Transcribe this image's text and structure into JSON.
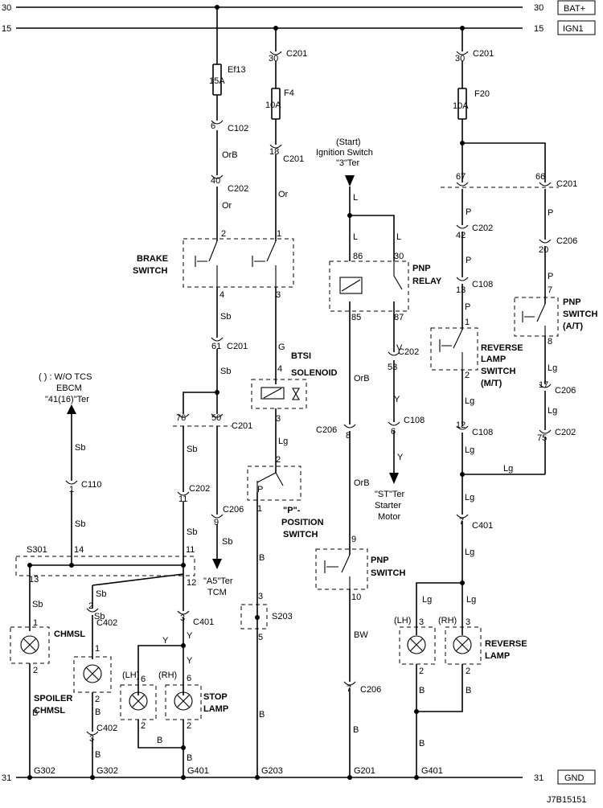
{
  "rails": {
    "bat": {
      "num": "30",
      "label": "BAT+"
    },
    "ign": {
      "num": "15",
      "label": "IGN1"
    },
    "gnd": {
      "num": "31",
      "label": "GND"
    }
  },
  "fuses": {
    "ef13": {
      "name": "Ef13",
      "rating": "15A"
    },
    "f4": {
      "name": "F4",
      "rating": "10A"
    },
    "f20": {
      "name": "F20",
      "rating": "10A"
    }
  },
  "connectors": {
    "c201": "C201",
    "c102": "C102",
    "c202": "C202",
    "c206": "C206",
    "c110": "C110",
    "c402": "C402",
    "c401": "C401",
    "c108": "C108",
    "s301": "S301",
    "s203": "S203"
  },
  "pins": {
    "p30": "30",
    "p6": "6",
    "p40": "40",
    "p18": "18",
    "p2": "2",
    "p1": "1",
    "p4": "4",
    "p3": "3",
    "p61": "61",
    "p76": "76",
    "p50": "50",
    "p11": "11",
    "p9": "9",
    "p14": "14",
    "p13": "13",
    "p12": "12",
    "p5": "5",
    "p86": "86",
    "p85": "85",
    "p87": "87",
    "p53": "53",
    "p8": "8",
    "p10": "10",
    "p7": "7",
    "p67": "67",
    "p66": "66",
    "p42": "42",
    "p20": "20",
    "p17": "17",
    "p75": "75"
  },
  "wires": {
    "orb": "OrB",
    "or": "Or",
    "sb": "Sb",
    "g": "G",
    "lg": "Lg",
    "l": "L",
    "v": "V",
    "y": "Y",
    "p": "P",
    "b": "B",
    "bw": "BW"
  },
  "components": {
    "brake_switch": [
      "BRAKE",
      "SWITCH"
    ],
    "btsi_solenoid": [
      "BTSI",
      "SOLENOID"
    ],
    "p_position_switch": [
      "\"P\"-",
      "POSITION",
      "SWITCH"
    ],
    "pnp_relay": [
      "PNP",
      "RELAY"
    ],
    "pnp_switch_main": [
      "PNP",
      "SWITCH"
    ],
    "pnp_switch_at": [
      "PNP",
      "SWITCH",
      "(A/T)"
    ],
    "reverse_lamp_switch": [
      "REVERSE",
      "LAMP",
      "SWITCH",
      "(M/T)"
    ],
    "chmsl": "CHMSL",
    "spoiler_chmsl": [
      "SPOILER",
      "CHMSL"
    ],
    "stop_lamp": [
      "STOP",
      "LAMP"
    ],
    "reverse_lamp": [
      "REVERSE",
      "LAMP"
    ],
    "lh": "(LH)",
    "rh": "(RH)"
  },
  "notes": {
    "ebcm": [
      "( ) : W/O TCS",
      "EBCM",
      "\"41(16)\"Ter"
    ],
    "ign_start": [
      "(Start)",
      "Ignition Switch",
      "\"3\"Ter"
    ],
    "tcm": [
      "\"A5\"Ter",
      "TCM"
    ],
    "starter": [
      "\"ST\"Ter",
      "Starter",
      "Motor"
    ]
  },
  "grounds": {
    "g302": "G302",
    "g401": "G401",
    "g203": "G203",
    "g201": "G201"
  },
  "footer_id": "J7B15151"
}
